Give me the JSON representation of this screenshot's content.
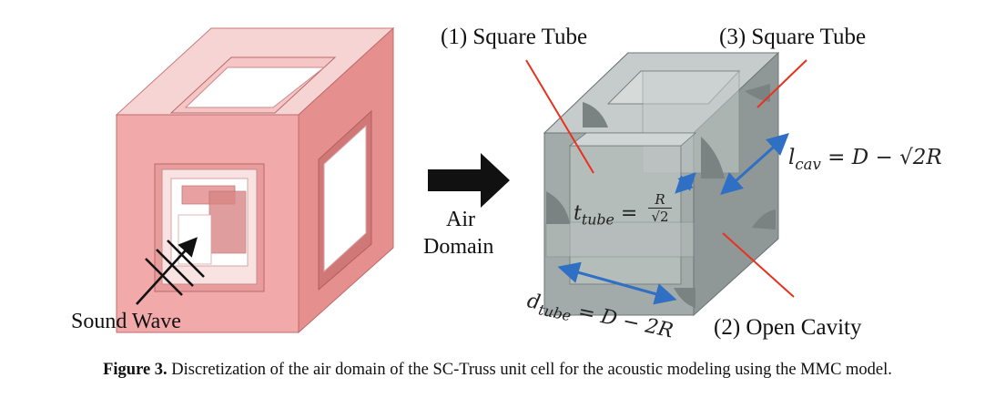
{
  "labels": {
    "sound_wave": "Sound Wave",
    "air": "Air",
    "domain": "Domain",
    "tube1": "(1) Square Tube",
    "tube3": "(3) Square Tube",
    "cavity2": "(2) Open Cavity"
  },
  "equations": {
    "t_tube_sym": "t",
    "t_tube_sub": "tube",
    "t_tube_eq": "=",
    "t_tube_num": "R",
    "t_tube_den": "√2",
    "l_cav_sym": "l",
    "l_cav_sub": "cav",
    "l_cav_rhs": "= D − √2R",
    "d_tube_sym": "d",
    "d_tube_sub": "tube",
    "d_tube_rhs": "= D − 2R"
  },
  "caption": {
    "figure_label": "Figure 3.",
    "text": " Discretization of the air domain of the SC-Truss unit cell for the acoustic modeling using the MMC model."
  },
  "colors": {
    "truss_front": "#f2a9a9",
    "truss_top": "#f7d4d4",
    "truss_side": "#e58f8f",
    "air_front": "#9fa8a6",
    "air_top": "#c9cfcd",
    "air_side": "#8d9694",
    "leader_red": "#e8321f",
    "dim_blue": "#2f6fc4"
  }
}
